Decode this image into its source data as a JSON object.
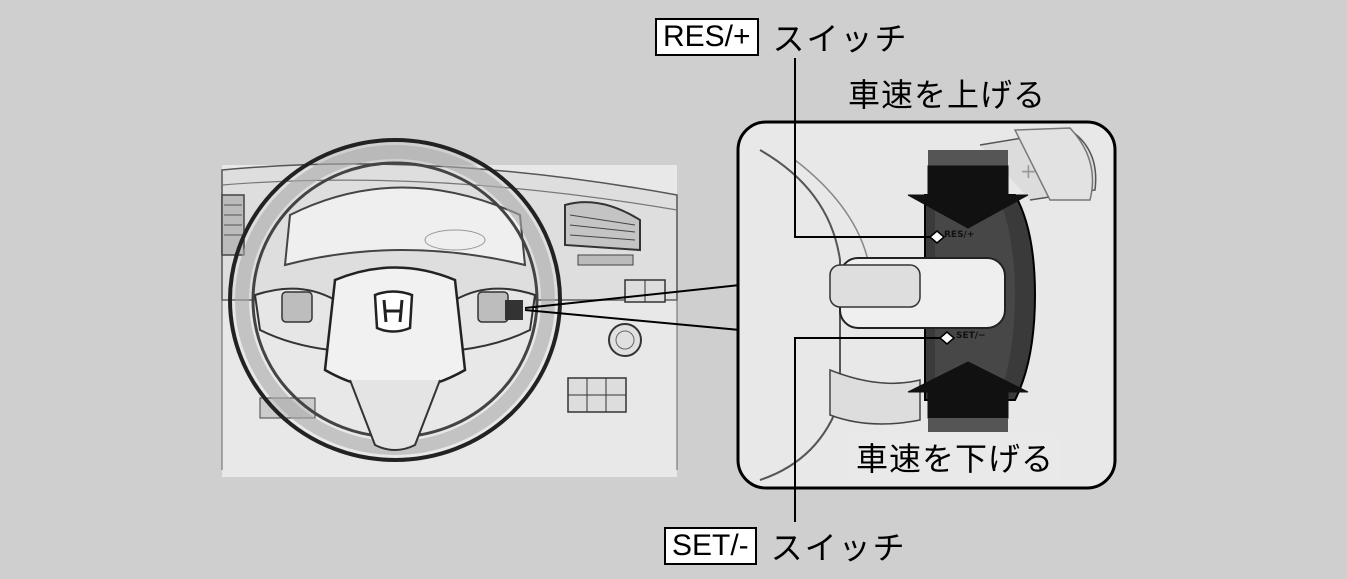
{
  "callouts": {
    "res_switch": {
      "button": "RES/+",
      "suffix": "スイッチ"
    },
    "set_switch": {
      "button": "SET/-",
      "suffix": "スイッチ"
    },
    "speed_up": "車速を上げる",
    "speed_down": "車速を下げる"
  },
  "switch_markings": {
    "res": "RES/+",
    "set": "SET/−"
  },
  "colors": {
    "background": "#cfcfcf",
    "line": "#000000",
    "arrow": "#111111"
  }
}
